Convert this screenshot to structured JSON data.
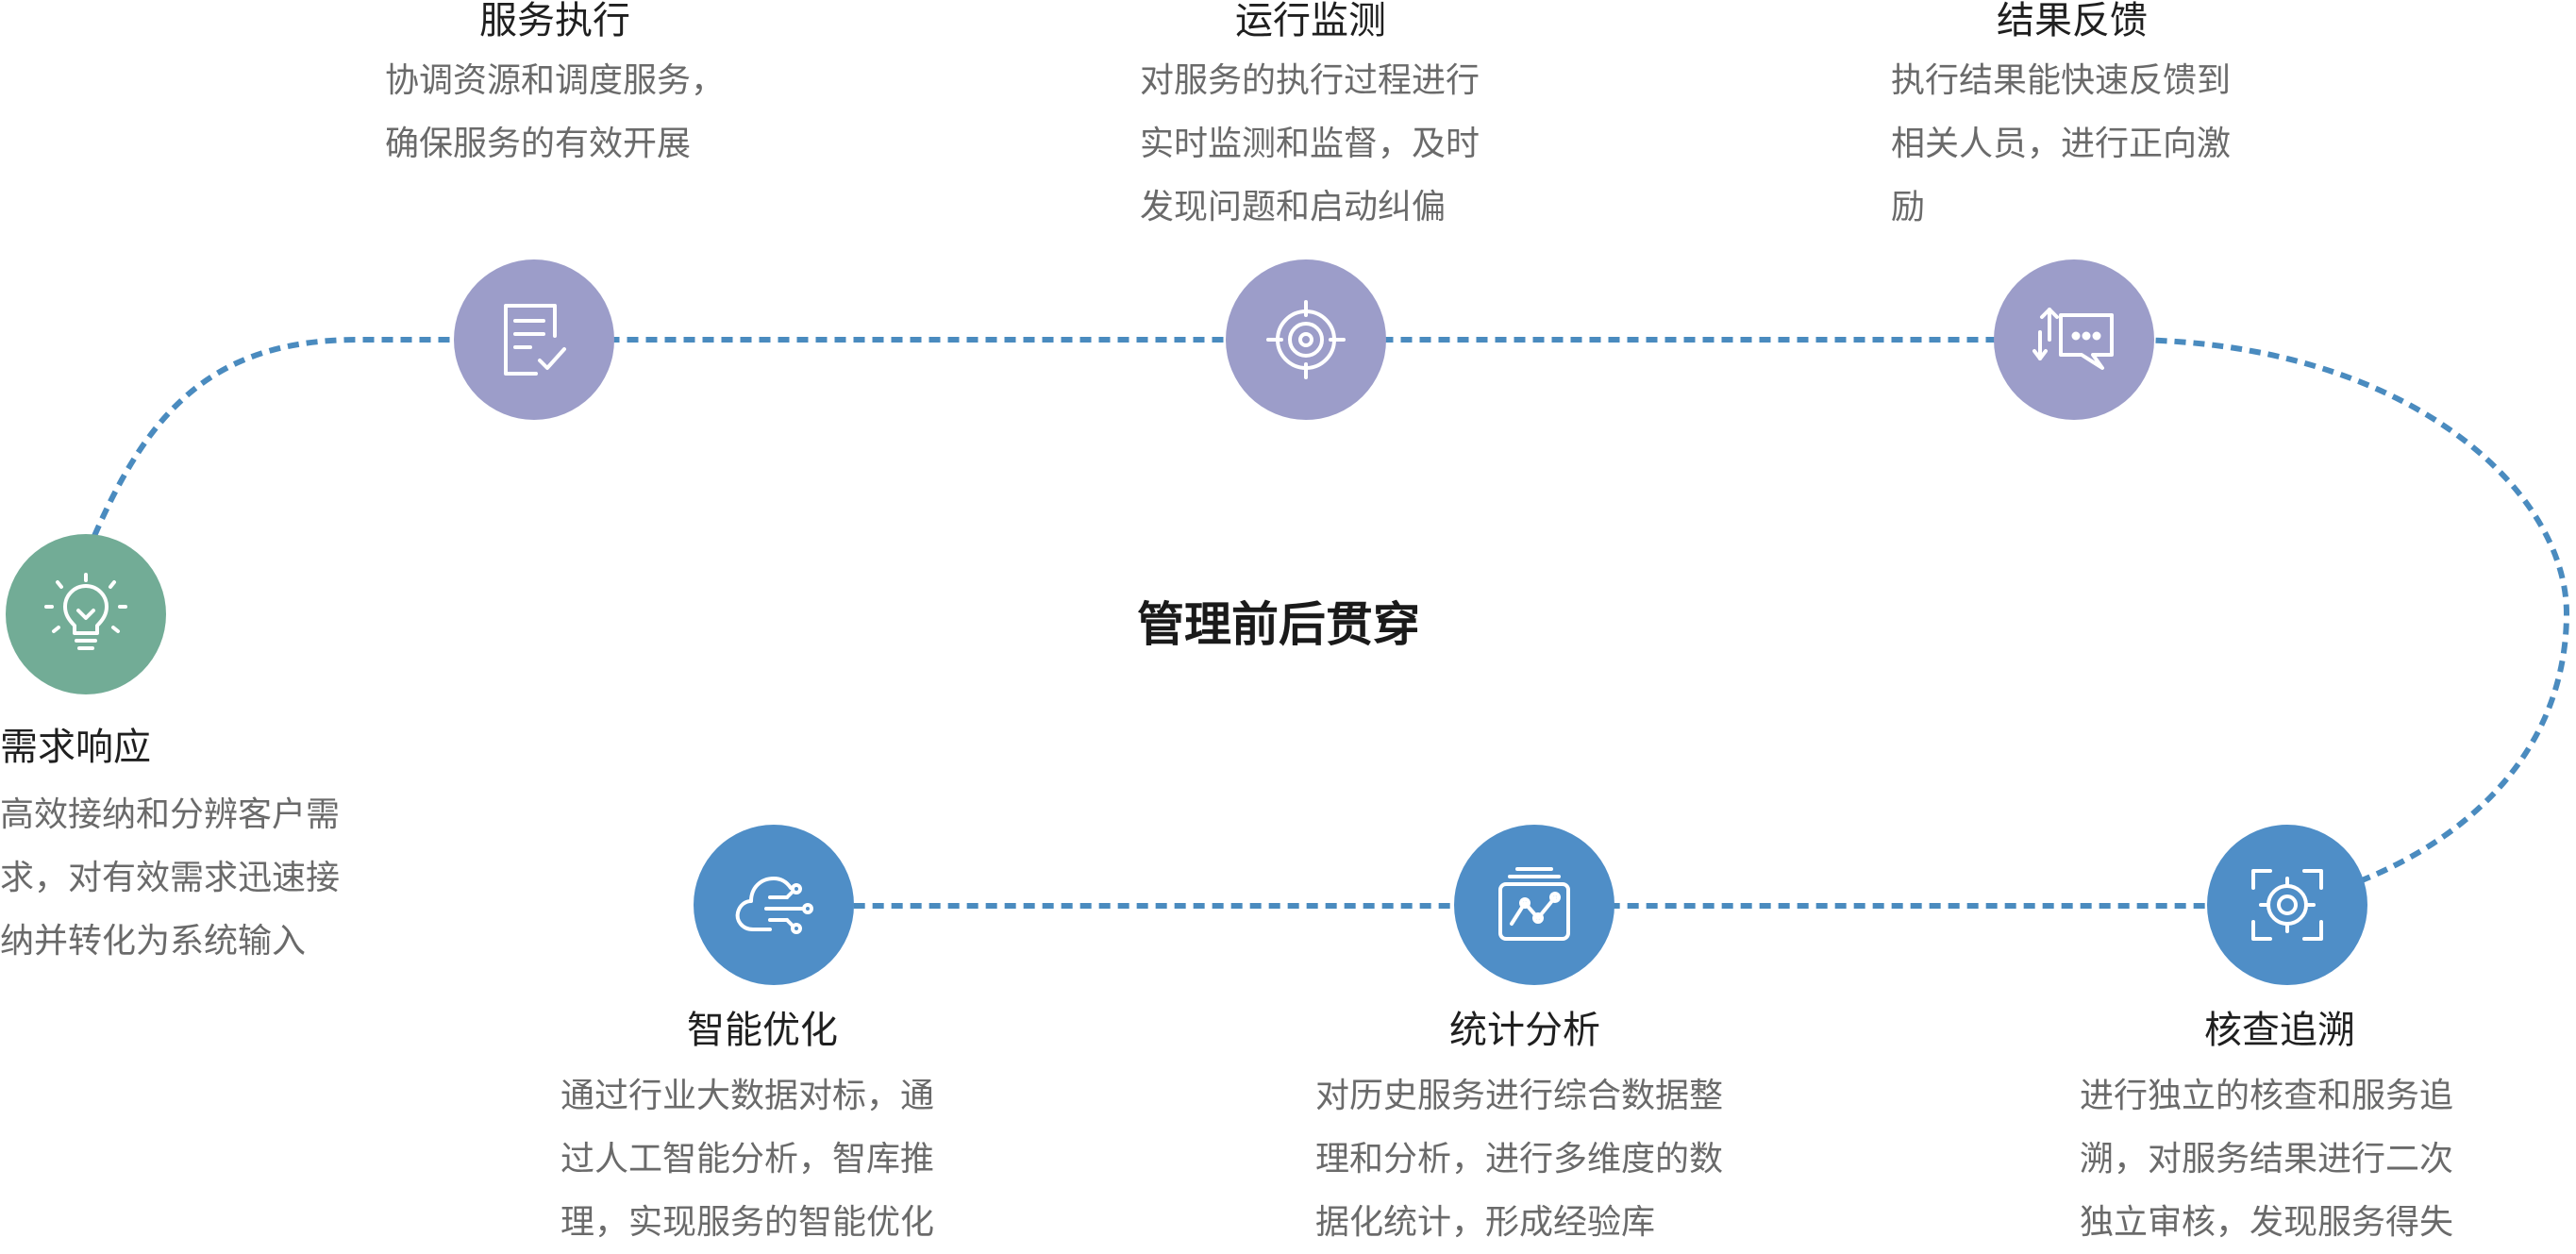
{
  "center_title": "管理前后贯穿",
  "colors": {
    "path": "#4a8bbf",
    "top_node": "#9c9dc9",
    "bottom_node": "#4f8ec7",
    "start_node": "#72ac96"
  },
  "steps": [
    {
      "id": "demand-response",
      "icon": "lightbulb-icon",
      "title": "需求响应",
      "desc": [
        "高效接纳和分辨客户需",
        "求，对有效需求迅速接",
        "纳并转化为系统输入"
      ]
    },
    {
      "id": "service-execution",
      "icon": "checklist-icon",
      "title": "服务执行",
      "desc": [
        "协调资源和调度服务，",
        "确保服务的有效开展"
      ]
    },
    {
      "id": "operation-monitoring",
      "icon": "target-icon",
      "title": "运行监测",
      "desc": [
        "对服务的执行过程进行",
        "实时监测和监督，及时",
        "发现问题和启动纠偏"
      ]
    },
    {
      "id": "result-feedback",
      "icon": "chat-feedback-icon",
      "title": "结果反馈",
      "desc": [
        "执行结果能快速反馈到",
        "相关人员，进行正向激",
        "励"
      ]
    },
    {
      "id": "audit-tracing",
      "icon": "focus-scan-icon",
      "title": "核查追溯",
      "desc": [
        "进行独立的核查和服务追",
        "溯，对服务结果进行二次",
        "独立审核，发现服务得失"
      ]
    },
    {
      "id": "statistical-analysis",
      "icon": "chart-board-icon",
      "title": "统计分析",
      "desc": [
        "对历史服务进行综合数据整",
        "理和分析，进行多维度的数",
        "据化统计，形成经验库"
      ]
    },
    {
      "id": "intelligent-optimization",
      "icon": "cloud-circuit-icon",
      "title": "智能优化",
      "desc": [
        "通过行业大数据对标，通",
        "过人工智能分析，智库推",
        "理，实现服务的智能优化"
      ]
    }
  ]
}
